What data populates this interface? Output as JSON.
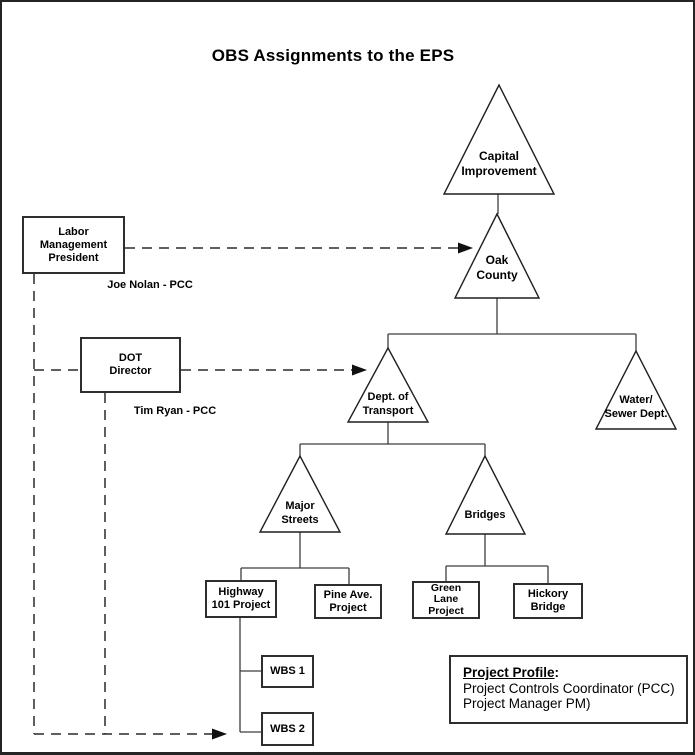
{
  "title": "OBS Assignments to the EPS",
  "eps_nodes": {
    "capital_improvement": {
      "label": "Capital\nImprovement"
    },
    "oak_county": {
      "label": "Oak\nCounty"
    },
    "dept_of_transport": {
      "label": "Dept. of\nTransport"
    },
    "water_sewer_dept": {
      "label": "Water/\nSewer Dept."
    },
    "major_streets": {
      "label": "Major\nStreets"
    },
    "bridges": {
      "label": "Bridges"
    }
  },
  "obs_boxes": {
    "labor_management_president": {
      "label": "Labor\nManagement\nPresident",
      "assignee": "Joe Nolan - PCC"
    },
    "dot_director": {
      "label": "DOT\nDirector",
      "assignee": "Tim Ryan - PCC"
    }
  },
  "projects": {
    "highway_101": {
      "label": "Highway\n101 Project"
    },
    "pine_ave": {
      "label": "Pine Ave.\nProject"
    },
    "green_lane": {
      "label": "Green\nLane\nProject"
    },
    "hickory_bridge": {
      "label": "Hickory\nBridge"
    }
  },
  "wbs": {
    "wbs1": {
      "label": "WBS 1"
    },
    "wbs2": {
      "label": "WBS 2"
    }
  },
  "legend": {
    "heading": "Project Profile",
    "heading_suffix": ":",
    "lines": [
      "Project Controls Coordinator (PCC)",
      "Project Manager PM)"
    ]
  },
  "colors": {
    "background": "#ffffff",
    "line": "#1f1f1f",
    "text": "#000000"
  }
}
